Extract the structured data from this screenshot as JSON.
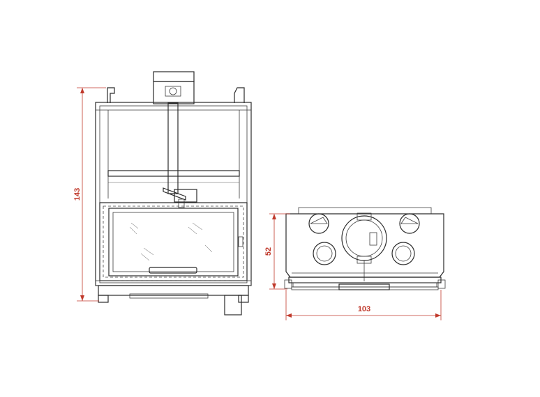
{
  "dimensions": {
    "front_height": "143",
    "top_depth": "52",
    "top_width": "103"
  },
  "colors": {
    "line": "#2a2a2a",
    "dimension": "#c0392b",
    "background": "#ffffff"
  }
}
